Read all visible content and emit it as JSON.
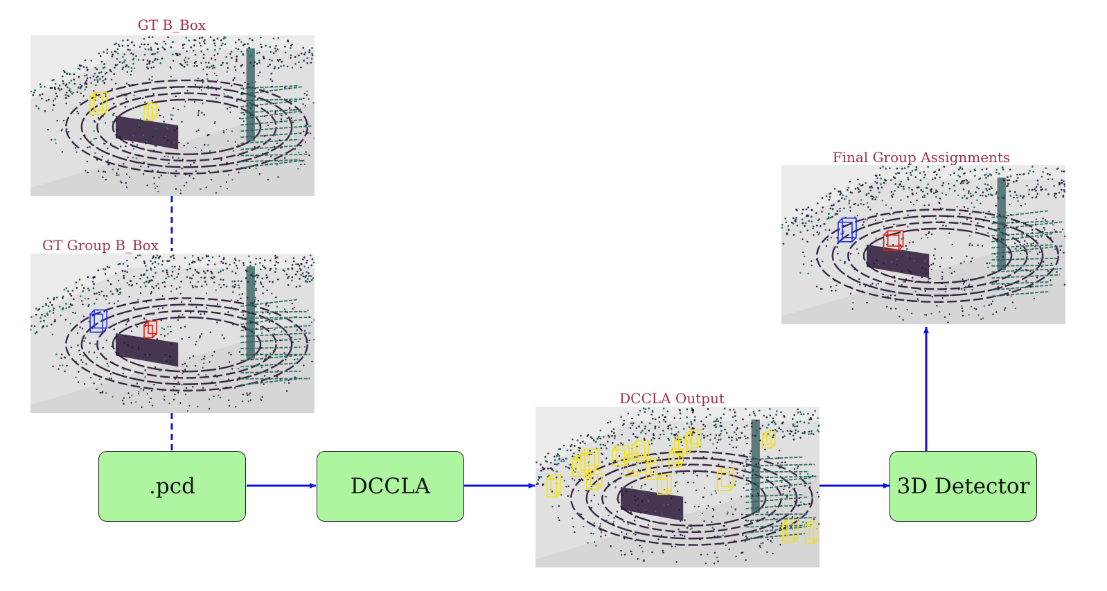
{
  "labels": {
    "gt_bbox": "GT B_Box",
    "gt_group_bbox": "GT Group B_Box",
    "dccla_output": "DCCLA Output",
    "final_group": "Final Group Assignments"
  },
  "nodes": {
    "pcd": ".pcd",
    "dccla": "DCCLA",
    "detector": "3D Detector"
  },
  "colors": {
    "node_fill": "#adf59e",
    "arrow": "#1010e6",
    "label": "#a0304a",
    "gt_box": "#f0e020",
    "group_a": "#2030e0",
    "group_b": "#e02010"
  }
}
